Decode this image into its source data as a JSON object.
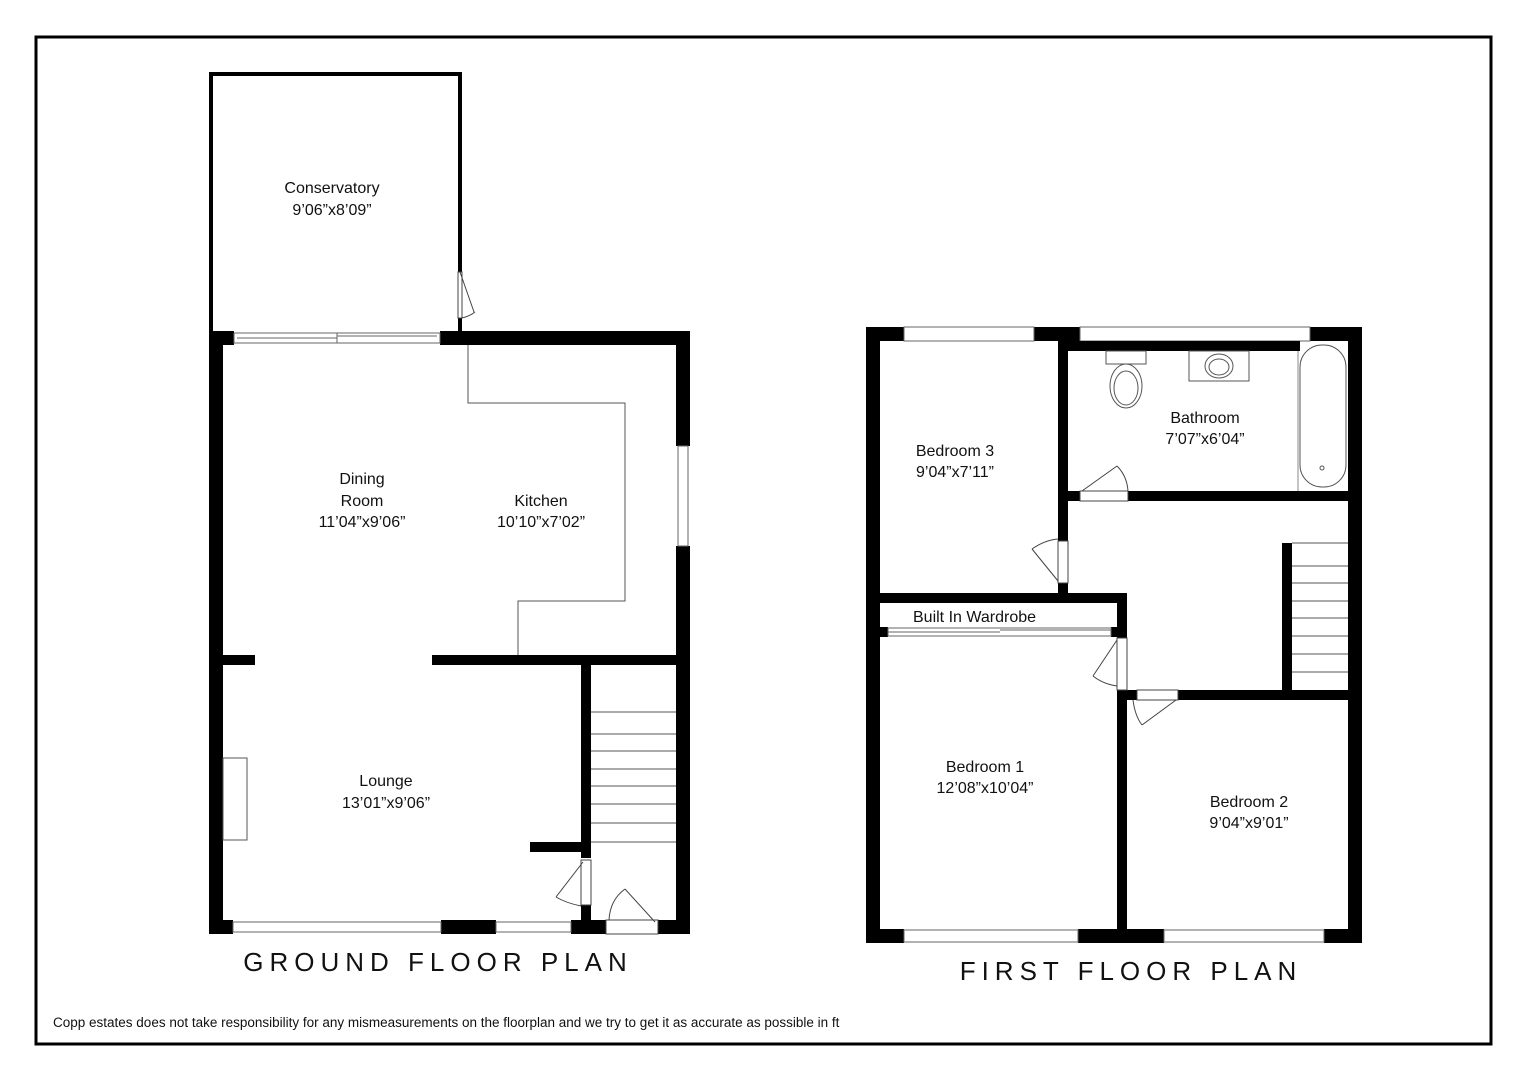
{
  "ground_floor": {
    "title": "GROUND FLOOR PLAN",
    "rooms": [
      {
        "name": "Conservatory",
        "dimensions": "9’06”x8’09”"
      },
      {
        "name_line1": "Dining",
        "name_line2": "Room",
        "dimensions": "11’04”x9’06”"
      },
      {
        "name": "Kitchen",
        "dimensions": "10’10”x7’02”"
      },
      {
        "name": "Lounge",
        "dimensions": "13’01”x9’06”"
      }
    ]
  },
  "first_floor": {
    "title": "FIRST FLOOR PLAN",
    "rooms": [
      {
        "name": "Bedroom 3",
        "dimensions": "9’04”x7’11”"
      },
      {
        "name": "Bathroom",
        "dimensions": "7’07”x6’04”"
      },
      {
        "name": "Built In Wardrobe"
      },
      {
        "name": "Bedroom 1",
        "dimensions": "12’08”x10’04”"
      },
      {
        "name": "Bedroom 2",
        "dimensions": "9’04”x9’01”"
      }
    ]
  },
  "disclaimer": "Copp estates does not take responsibility for any mismeasurements on the floorplan and we try to get it as accurate as possible in ft"
}
